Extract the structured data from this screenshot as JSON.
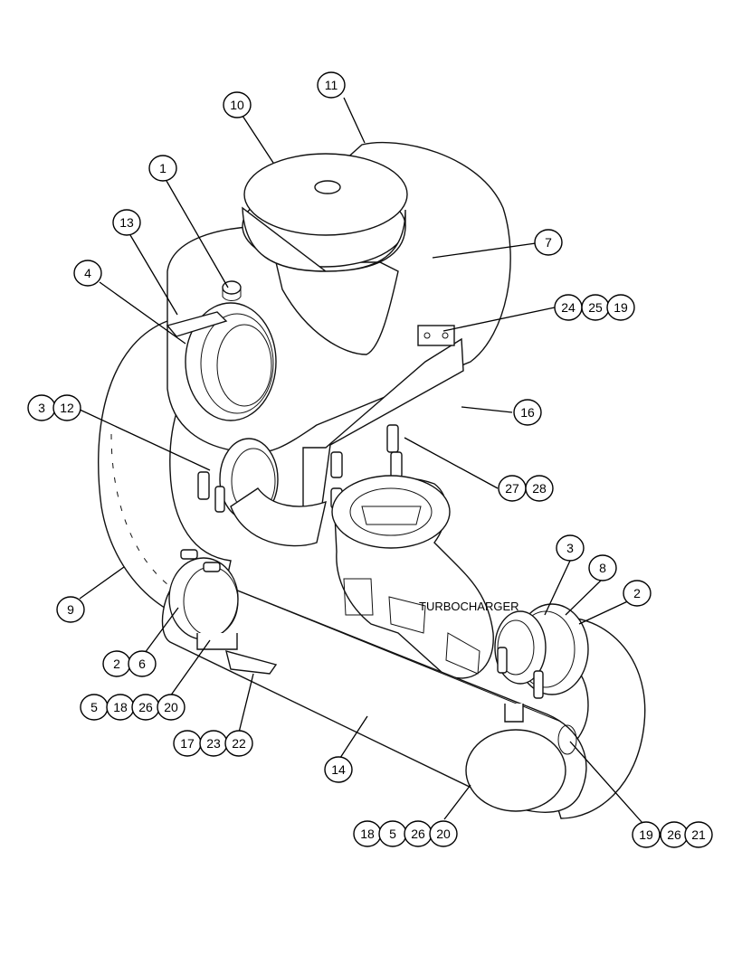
{
  "diagram": {
    "component_label": "TURBOCHARGER",
    "callouts": [
      {
        "id": "c-11",
        "text": "11"
      },
      {
        "id": "c-10",
        "text": "10"
      },
      {
        "id": "c-1",
        "text": "1"
      },
      {
        "id": "c-13",
        "text": "13"
      },
      {
        "id": "c-7",
        "text": "7"
      },
      {
        "id": "c-4",
        "text": "4"
      },
      {
        "id": "c-24",
        "text": "24"
      },
      {
        "id": "c-25",
        "text": "25"
      },
      {
        "id": "c-19a",
        "text": "19"
      },
      {
        "id": "c-3a",
        "text": "3"
      },
      {
        "id": "c-12",
        "text": "12"
      },
      {
        "id": "c-16",
        "text": "16"
      },
      {
        "id": "c-27",
        "text": "27"
      },
      {
        "id": "c-28",
        "text": "28"
      },
      {
        "id": "c-3b",
        "text": "3"
      },
      {
        "id": "c-8",
        "text": "8"
      },
      {
        "id": "c-2a",
        "text": "2"
      },
      {
        "id": "c-9",
        "text": "9"
      },
      {
        "id": "c-2b",
        "text": "2"
      },
      {
        "id": "c-6",
        "text": "6"
      },
      {
        "id": "c-5a",
        "text": "5"
      },
      {
        "id": "c-18a",
        "text": "18"
      },
      {
        "id": "c-26a",
        "text": "26"
      },
      {
        "id": "c-20a",
        "text": "20"
      },
      {
        "id": "c-17",
        "text": "17"
      },
      {
        "id": "c-23",
        "text": "23"
      },
      {
        "id": "c-22",
        "text": "22"
      },
      {
        "id": "c-14",
        "text": "14"
      },
      {
        "id": "c-18b",
        "text": "18"
      },
      {
        "id": "c-5b",
        "text": "5"
      },
      {
        "id": "c-26b",
        "text": "26"
      },
      {
        "id": "c-20b",
        "text": "20"
      },
      {
        "id": "c-19b",
        "text": "19"
      },
      {
        "id": "c-26c",
        "text": "26"
      },
      {
        "id": "c-21",
        "text": "21"
      }
    ]
  }
}
